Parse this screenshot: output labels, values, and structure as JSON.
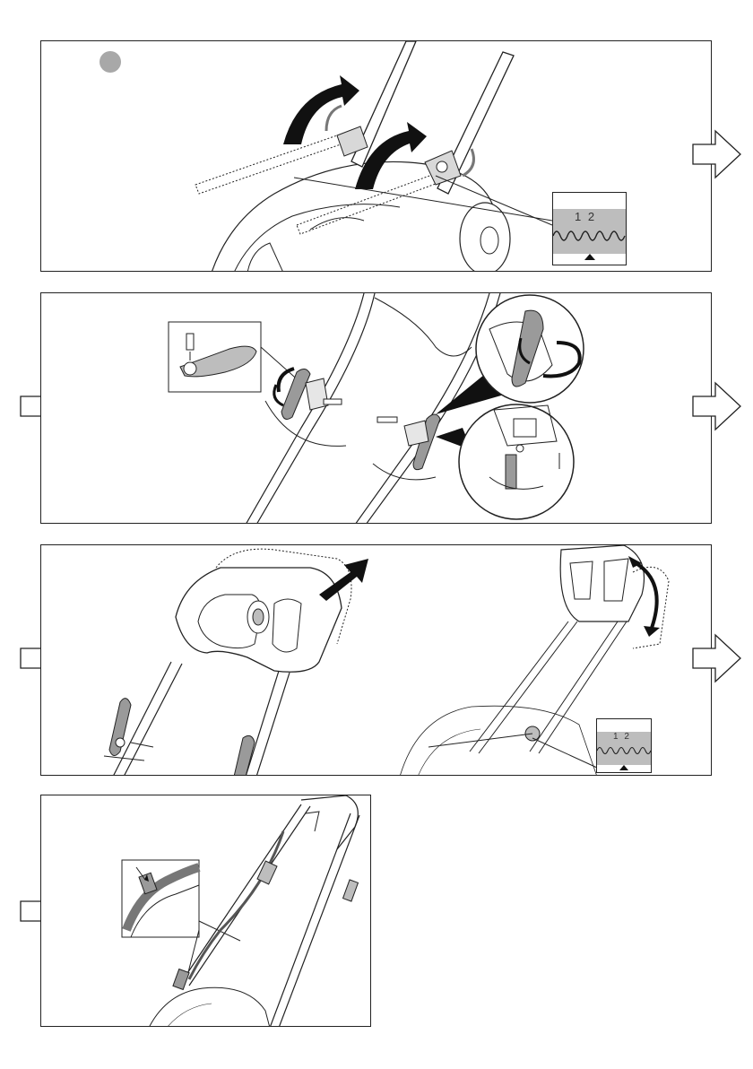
{
  "panels": [
    {
      "id": "panel-1",
      "step_marker": true,
      "scale": {
        "label": "1 2"
      }
    },
    {
      "id": "panel-2"
    },
    {
      "id": "panel-3",
      "scale": {
        "label": "1 2"
      }
    },
    {
      "id": "panel-4"
    }
  ],
  "colors": {
    "line": "#222222",
    "grey_fill": "#a8a8a8",
    "scale_band": "#bdbdbd",
    "arrow_fill": "#111111"
  },
  "icons": {
    "next_arrow": "hollow-right-arrow-icon",
    "rotate_arrow": "curved-arrow-icon",
    "step_marker": "grey-circle-icon"
  }
}
